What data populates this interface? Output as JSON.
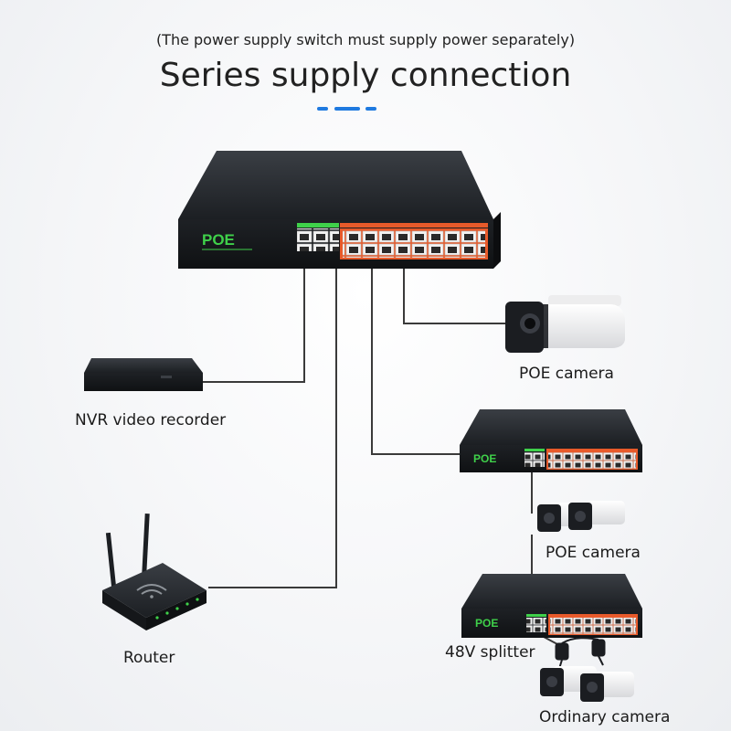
{
  "header": {
    "subtitle": "(The power supply switch must supply power separately)",
    "title": "Series supply connection"
  },
  "devices": {
    "main_switch_logo": "POE",
    "switch_b_logo": "POE",
    "switch_c_logo": "POE"
  },
  "labels": {
    "poe_camera_top": "POE camera",
    "nvr": "NVR video recorder",
    "poe_camera_mid": "POE camera",
    "router": "Router",
    "splitter": "48V splitter",
    "ordinary_camera": "Ordinary camera"
  },
  "colors": {
    "accent_dash": "#1f7ae0",
    "poe_green": "#3fd14a",
    "port_orange": "#e85a2a",
    "cable": "#3a3a3a",
    "device_body": "#1a1d21"
  }
}
